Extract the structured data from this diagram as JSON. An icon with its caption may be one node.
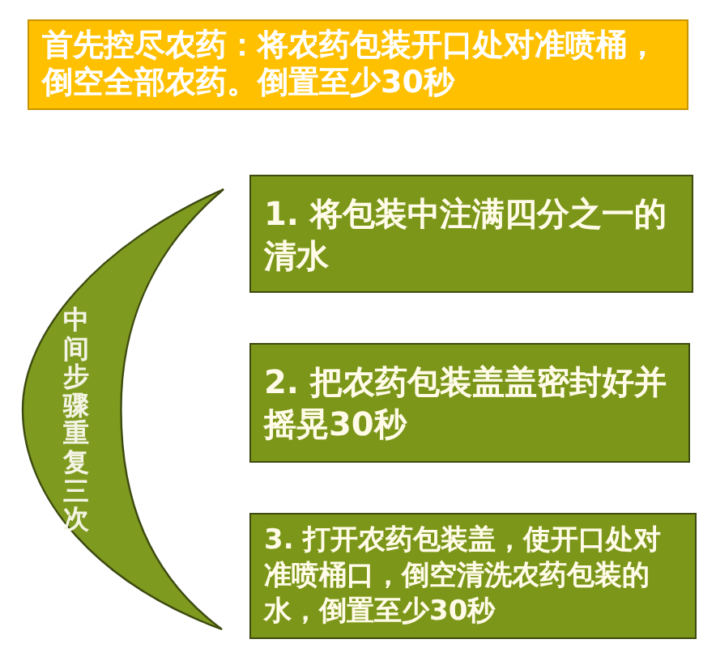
{
  "diagram": {
    "nodes": [
      {
        "text": [
          "首先控尽农药：将农药包装开口处对准喷桶，倒空全部农药。倒置至少30秒"
        ]
      },
      {
        "text": [
          "中间步骤重复三次"
        ]
      },
      {
        "text": [
          "1. 将包装中注满四分之一的清水"
        ]
      },
      {
        "text": [
          "2. 把农药包装盖盖密封好并摇晃30秒"
        ]
      },
      {
        "text": [
          "3. 打开农药包装盖，使开口处对准喷桶口，倒空清洗农药包装的水，倒置至少30秒"
        ]
      }
    ]
  }
}
